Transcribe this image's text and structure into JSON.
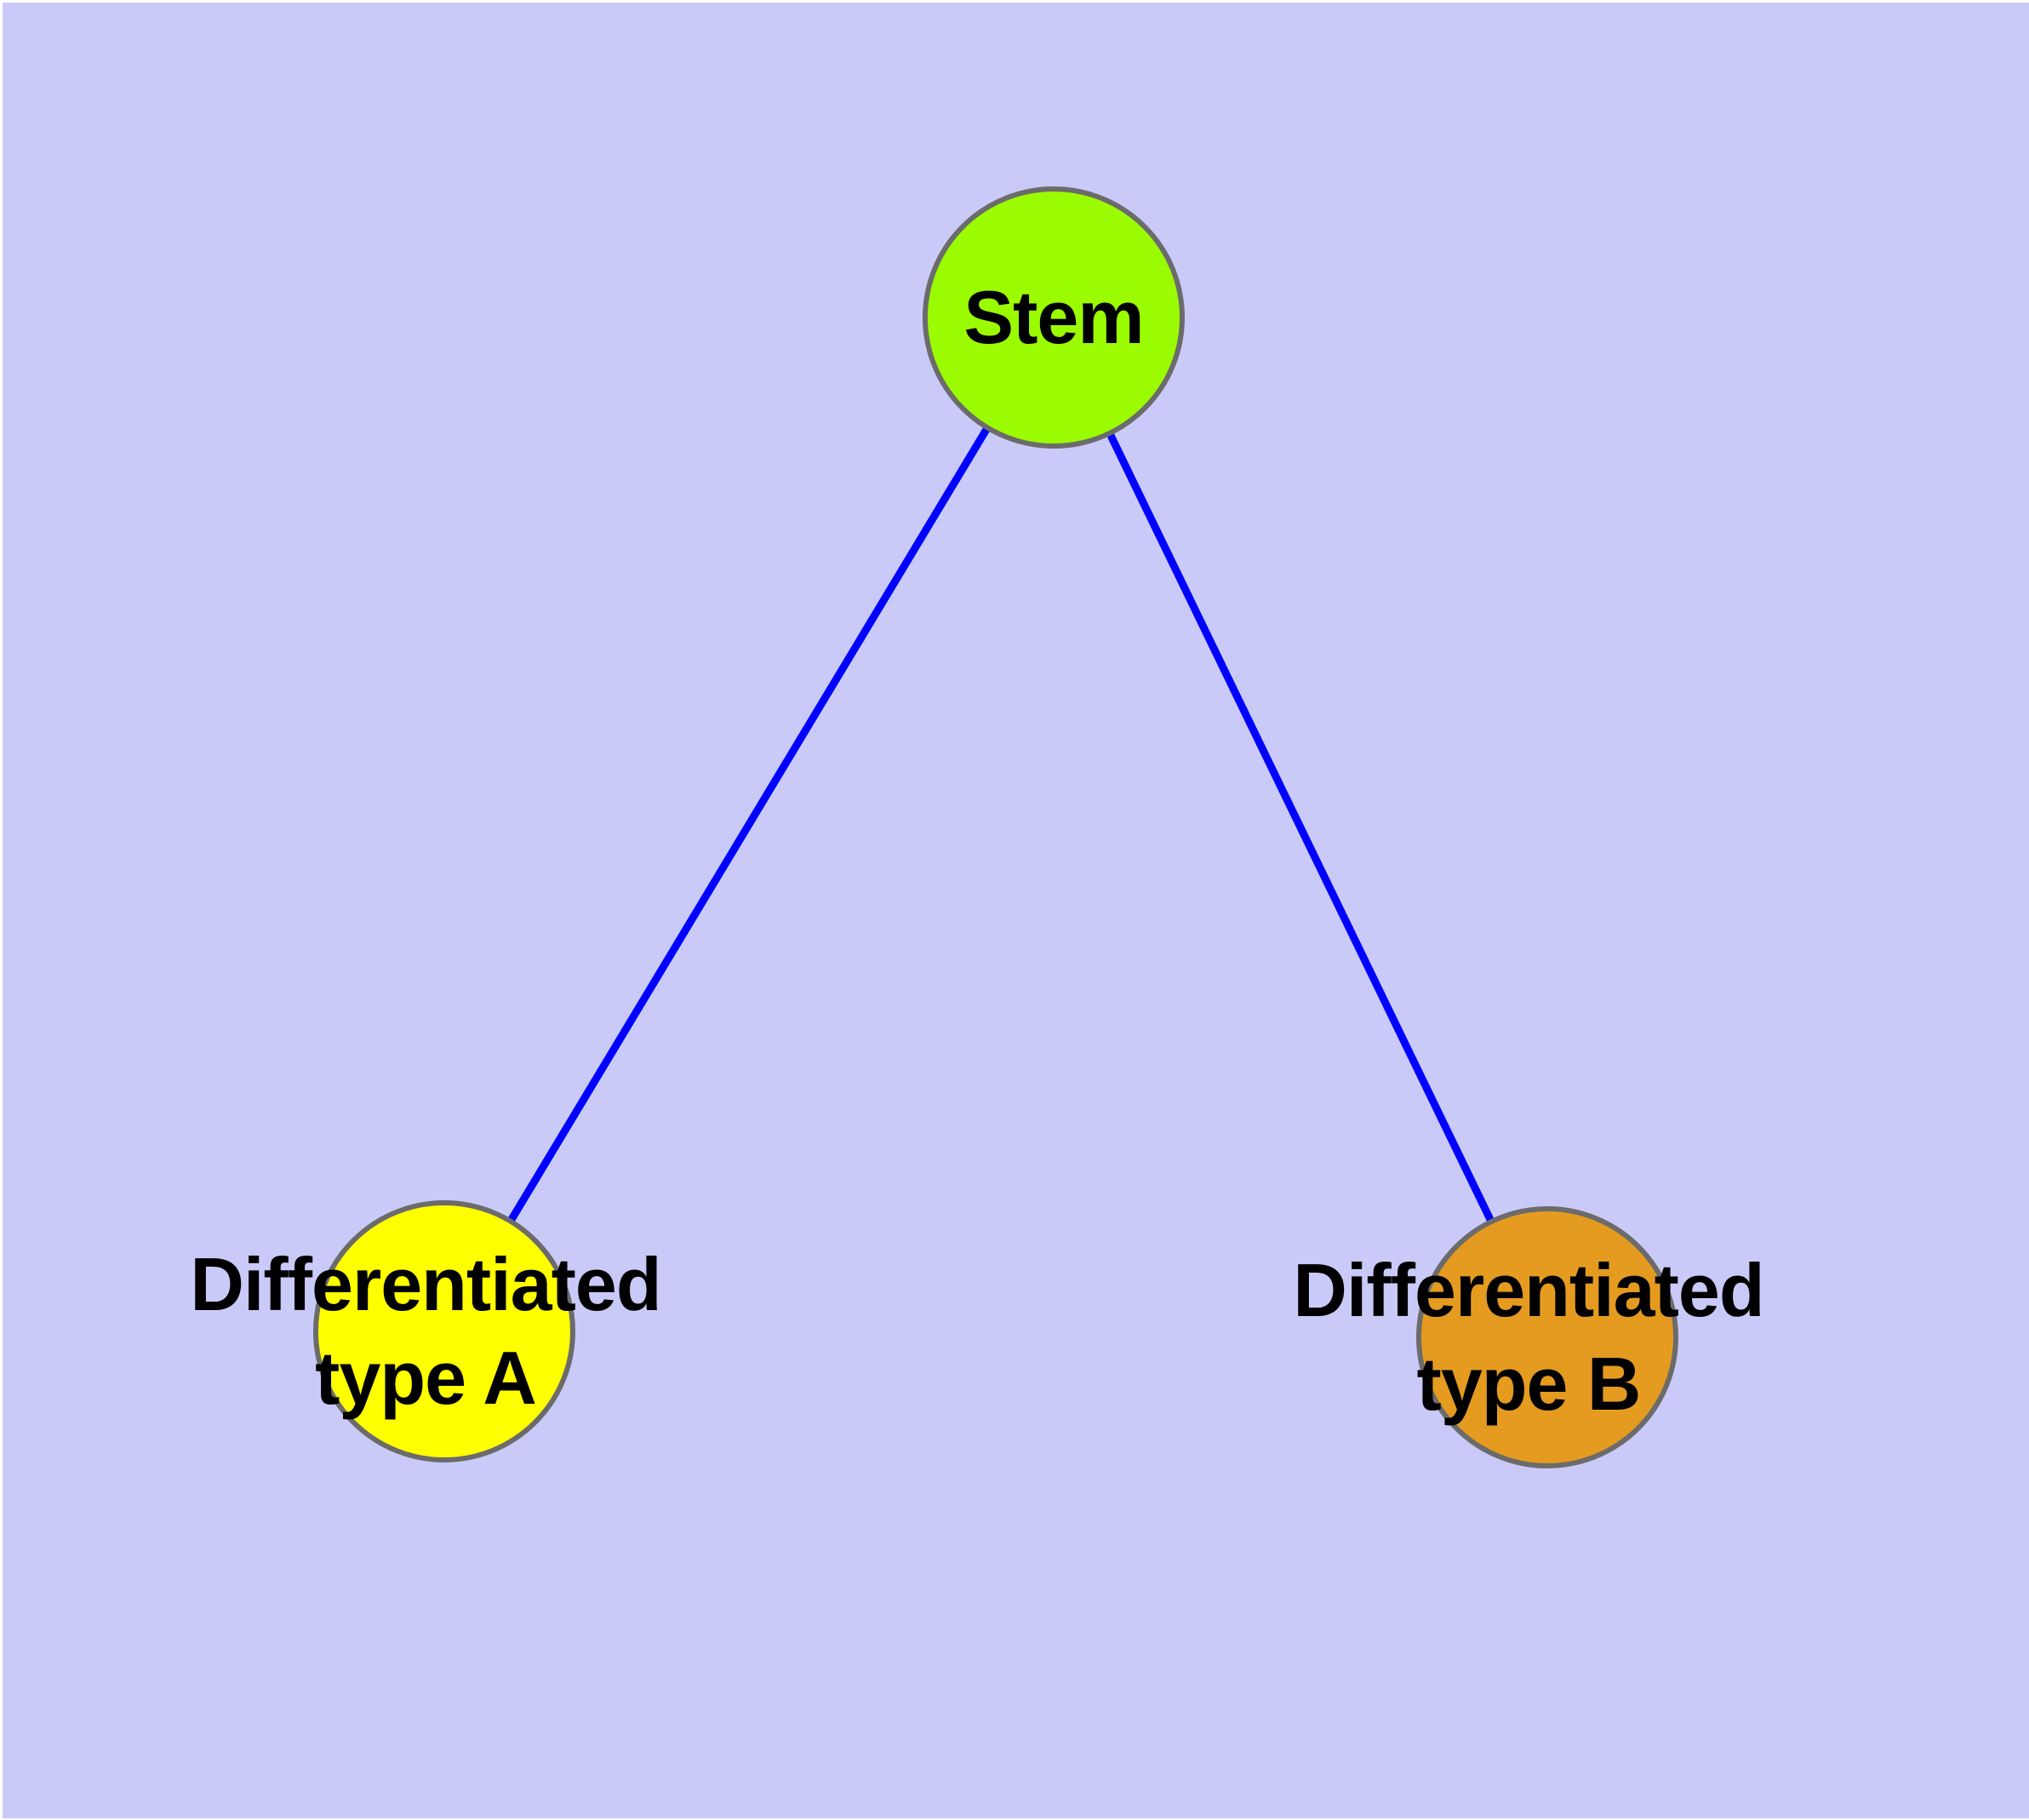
{
  "diagram": {
    "type": "node-link-graph",
    "background_color": "#CACAF8",
    "margin_color": "#FFFFFF",
    "edge_color": "#0000FF",
    "node_border_color": "#6B6B6B",
    "label_color": "#000000",
    "nodes": [
      {
        "id": "stem",
        "label": "Stem",
        "color": "#9BFB00"
      },
      {
        "id": "type-a",
        "label": "Differentiated\ntype A",
        "color": "#FFFF00"
      },
      {
        "id": "type-b",
        "label": "Differentiated\ntype B",
        "color": "#E49B20"
      }
    ],
    "edges": [
      {
        "from": "Stem",
        "to": "Differentiated type A"
      },
      {
        "from": "Stem",
        "to": "Differentiated type B"
      }
    ]
  }
}
